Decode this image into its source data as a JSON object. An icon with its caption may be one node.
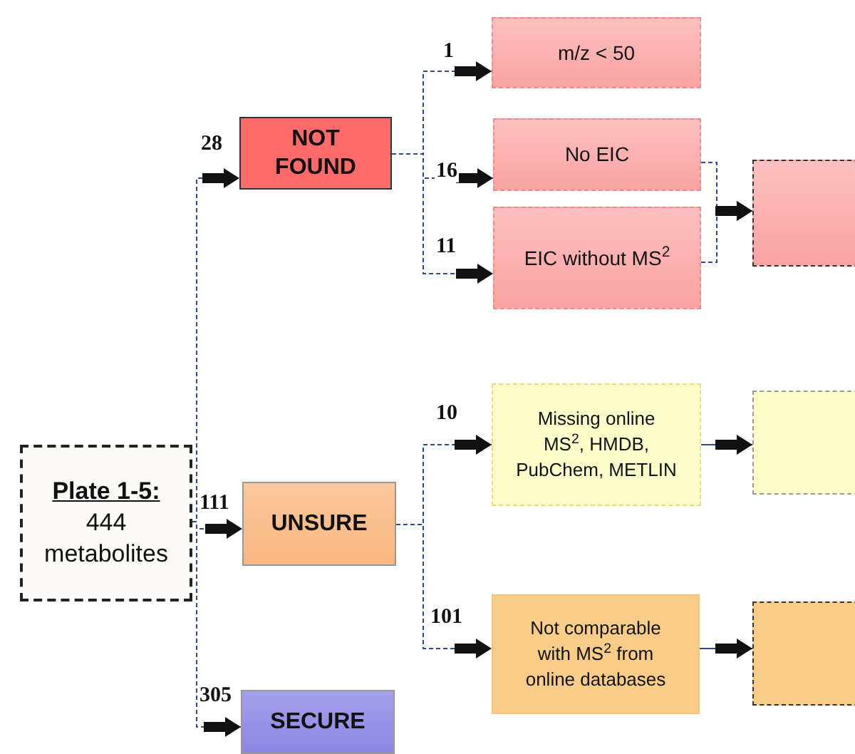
{
  "diagram": {
    "nodes": [
      {
        "text": [
          "Plate 1-5:",
          "444 metabolites"
        ]
      },
      {
        "text": [
          "NOT FOUND"
        ]
      },
      {
        "text": [
          "m/z < 50"
        ]
      },
      {
        "text": [
          "No EIC"
        ]
      },
      {
        "text": [
          "EIC without MS$^{2}$"
        ]
      },
      {
        "text": [],
        "shape": "box"
      },
      {
        "text": [
          "UNSURE"
        ]
      },
      {
        "text": [
          "Missing online MS$^{2}$, HMDB, PubChem, METLIN"
        ]
      },
      {
        "text": [],
        "shape": "box"
      },
      {
        "text": [
          "Not comparable with MS$^{2}$ from online databases"
        ]
      },
      {
        "text": [],
        "shape": "box"
      },
      {
        "text": [
          "SECURE"
        ]
      }
    ],
    "edges": [
      {
        "from": 0,
        "to": 1,
        "arrow": "to",
        "label": "28",
        "style": "dashed"
      },
      {
        "from": 0,
        "to": 6,
        "arrow": "to",
        "label": "111",
        "style": "dashed"
      },
      {
        "from": 0,
        "to": 11,
        "arrow": "to",
        "label": "305",
        "style": "dashed"
      },
      {
        "from": 1,
        "to": 2,
        "arrow": "to",
        "label": "1",
        "style": "dashed"
      },
      {
        "from": 1,
        "to": 3,
        "arrow": "to",
        "label": "16",
        "style": "dashed"
      },
      {
        "from": 1,
        "to": 4,
        "arrow": "to",
        "label": "11",
        "style": "dashed"
      },
      {
        "from": 3,
        "to": 5,
        "arrow": "to",
        "style": "dashed"
      },
      {
        "from": 4,
        "to": 5,
        "arrow": "to",
        "style": "dashed"
      },
      {
        "from": 6,
        "to": 7,
        "arrow": "to",
        "label": "10",
        "style": "dashed"
      },
      {
        "from": 6,
        "to": 9,
        "arrow": "to",
        "label": "101",
        "style": "dashed"
      },
      {
        "from": 7,
        "to": 8,
        "arrow": "to"
      },
      {
        "from": 9,
        "to": 10,
        "arrow": "to"
      }
    ]
  }
}
